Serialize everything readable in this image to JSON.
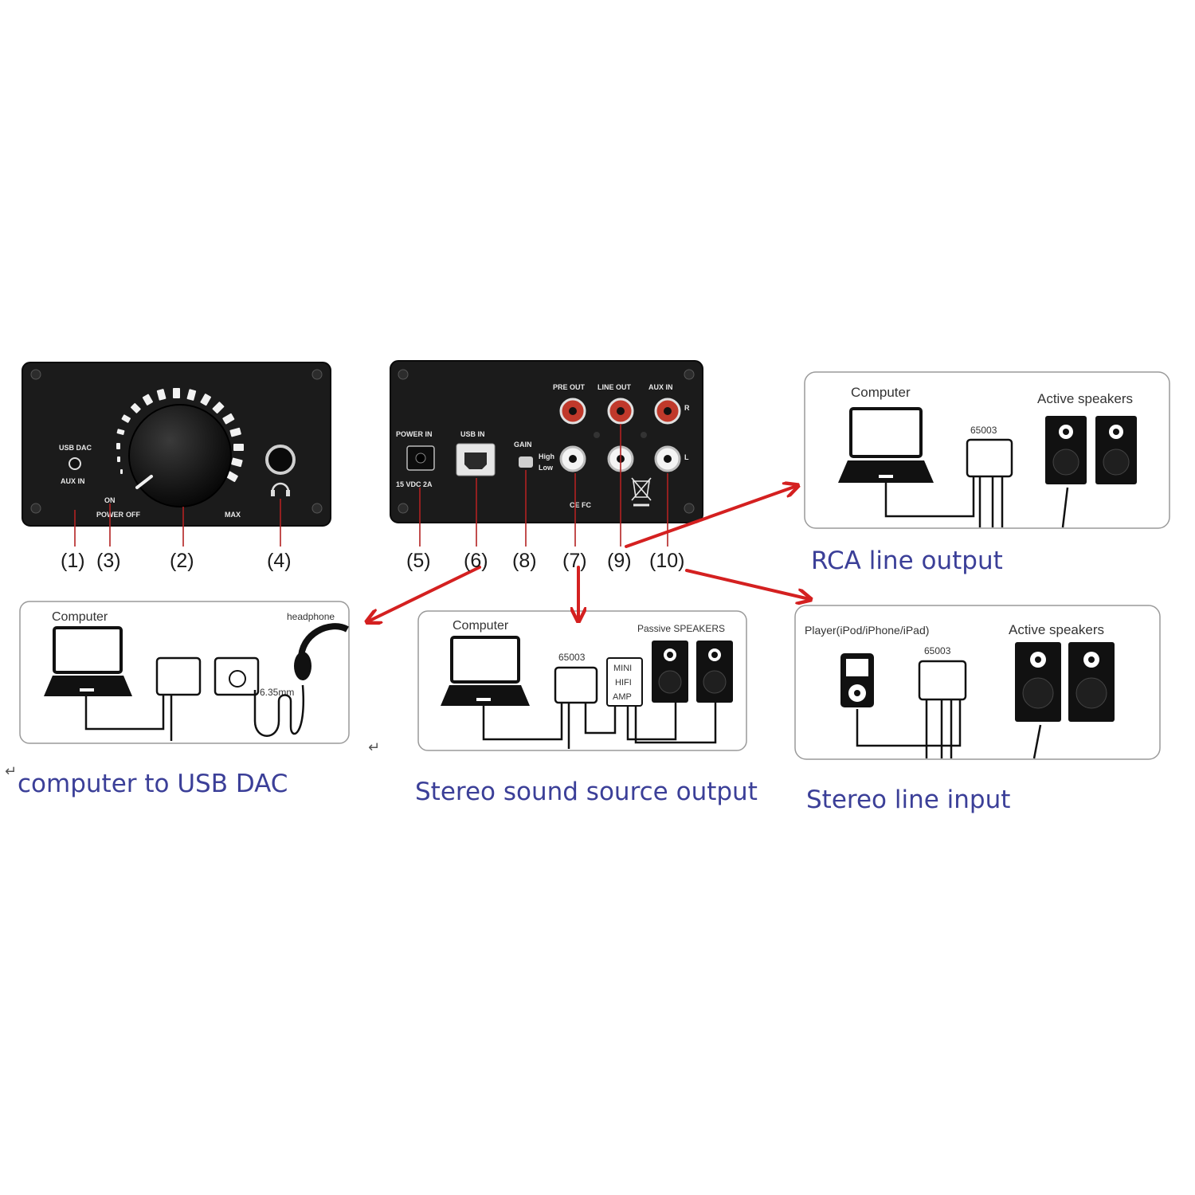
{
  "front_panel": {
    "labels": {
      "usb_dac": "USB DAC",
      "aux_in": "AUX IN",
      "switch_on": "ON",
      "switch_off": "OFF",
      "power": "POWER",
      "max": "MAX"
    }
  },
  "rear_panel": {
    "labels": {
      "pre_out": "PRE OUT",
      "line_out": "LINE OUT",
      "aux_in": "AUX IN",
      "power_in": "POWER IN",
      "usb_in": "USB IN",
      "gain": "GAIN",
      "gain_high": "High",
      "gain_low": "Low",
      "rating": "15 VDC 2A",
      "right": "R",
      "left": "L",
      "cert": "CE FC"
    }
  },
  "callouts": {
    "n1": "(1)",
    "n3": "(3)",
    "n2": "(2)",
    "n4": "(4)",
    "n5": "(5)",
    "n6": "(6)",
    "n8": "(8)",
    "n7": "(7)",
    "n9": "(9)",
    "n10": "(10)"
  },
  "panels": {
    "usb_dac": {
      "computer": "Computer",
      "headphone": "headphone",
      "jack": "6.35mm",
      "caption": "computer to USB DAC"
    },
    "stereo_source": {
      "computer": "Computer",
      "model": "65003",
      "speakers": "Passive SPEAKERS",
      "amp_line1": "MINI",
      "amp_line2": "HIFI",
      "amp_line3": "AMP",
      "caption": "Stereo sound source output"
    },
    "rca_line": {
      "computer": "Computer",
      "model": "65003",
      "speakers": "Active speakers",
      "caption": "RCA line output"
    },
    "stereo_line_in": {
      "player": "Player(iPod/iPhone/iPad)",
      "model": "65003",
      "speakers": "Active speakers",
      "caption": "Stereo line input"
    }
  },
  "colors": {
    "arrow": "#d42020",
    "caption": "#3b3f98",
    "device": "#1c1c1c",
    "rca_red": "#c0392b"
  }
}
